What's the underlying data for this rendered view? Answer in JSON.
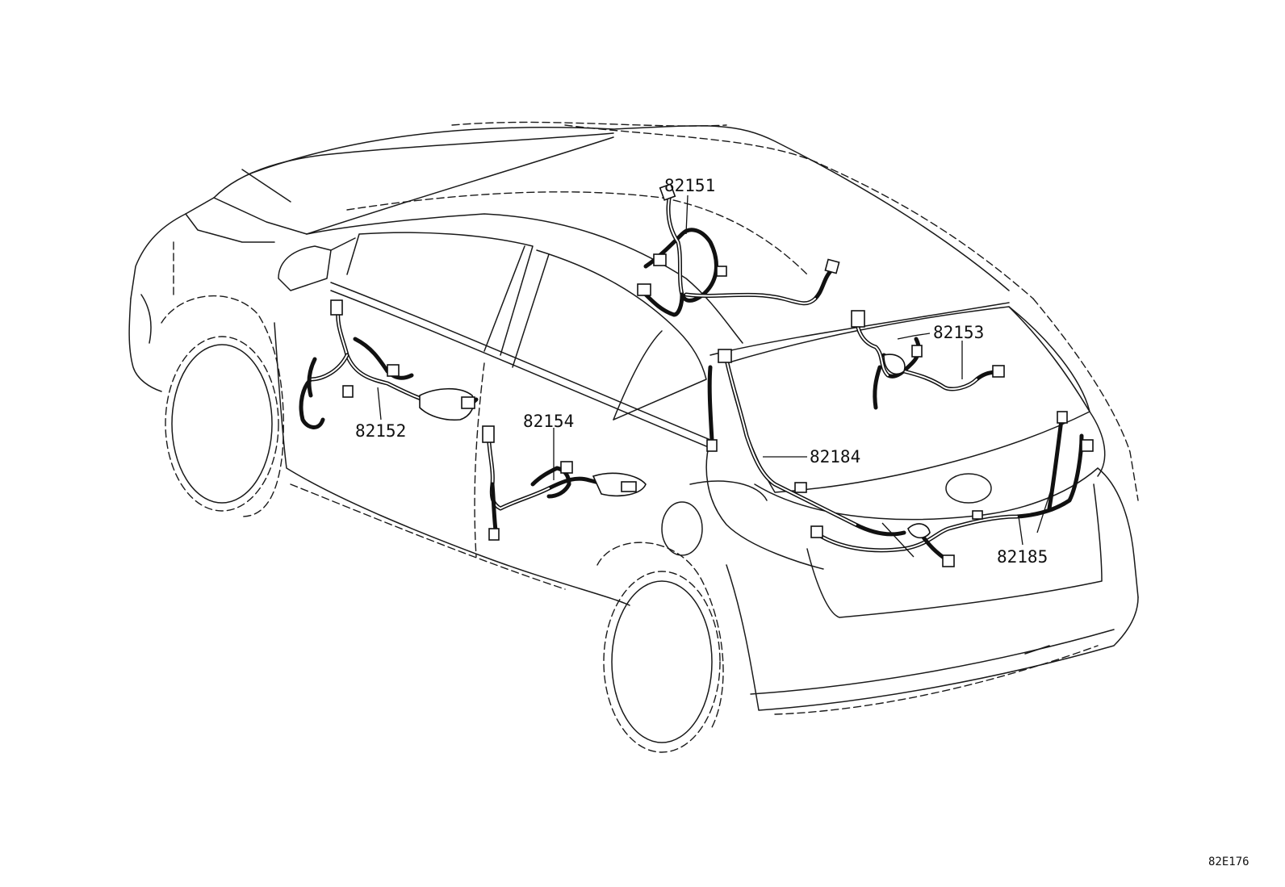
{
  "diagram_code": "82E176",
  "callouts": [
    {
      "id": "82151",
      "label": "82151"
    },
    {
      "id": "82152",
      "label": "82152"
    },
    {
      "id": "82153",
      "label": "82153"
    },
    {
      "id": "82154",
      "label": "82154"
    },
    {
      "id": "82184",
      "label": "82184"
    },
    {
      "id": "82185",
      "label": "82185"
    }
  ]
}
